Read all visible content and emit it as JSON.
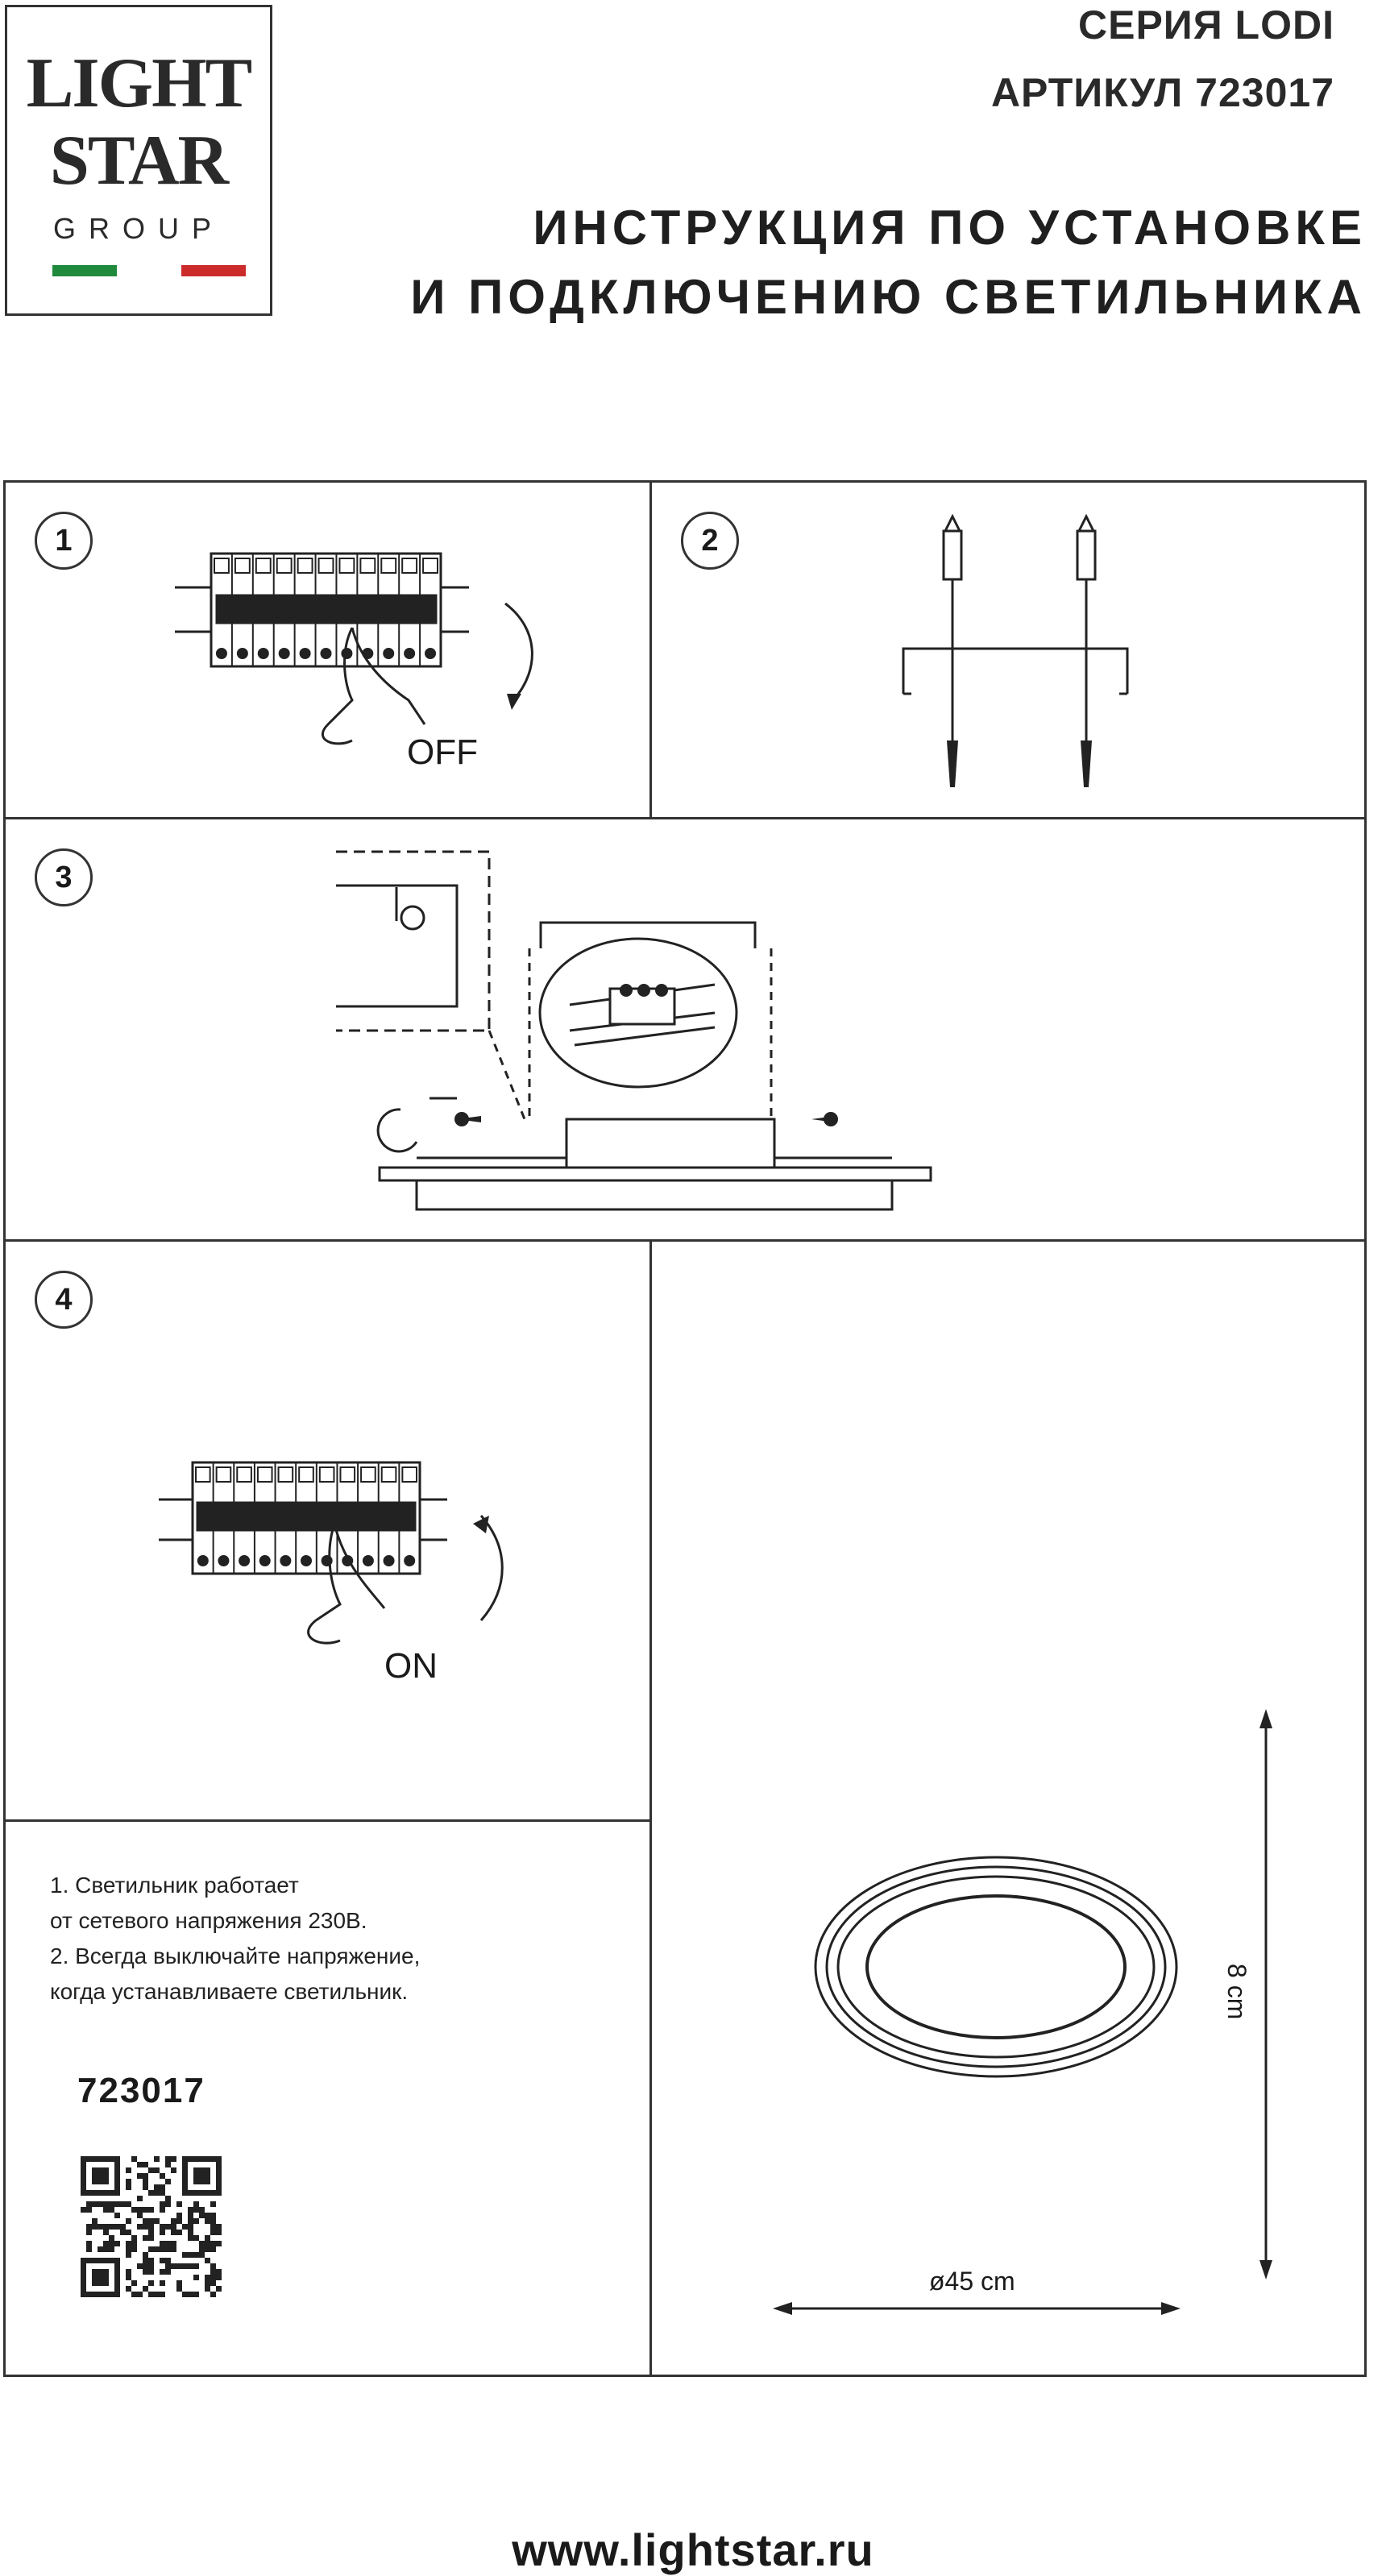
{
  "logo": {
    "line1": "LIGHT",
    "line2": "STAR",
    "line3": "GROUP",
    "flag_colors": [
      "#1f8a3c",
      "#ffffff",
      "#cc2b2b"
    ]
  },
  "header": {
    "series": "СЕРИЯ LODI",
    "article": "АРТИКУЛ 723017",
    "title_line1": "ИНСТРУКЦИЯ ПО УСТАНОВКЕ",
    "title_line2": "И ПОДКЛЮЧЕНИЮ СВЕТИЛЬНИКА"
  },
  "steps": [
    {
      "number": "1",
      "label": "OFF"
    },
    {
      "number": "2"
    },
    {
      "number": "3"
    },
    {
      "number": "4",
      "label": "ON"
    }
  ],
  "notes": [
    "1. Светильник работает",
    "от сетевого напряжения 230В.",
    "2. Всегда выключайте напряжение,",
    "когда устанавливаете светильник."
  ],
  "product_code": "723017",
  "dimensions": {
    "height": "8 cm",
    "diameter": "ø45 cm"
  },
  "footer": {
    "url": "www.lightstar.ru"
  }
}
